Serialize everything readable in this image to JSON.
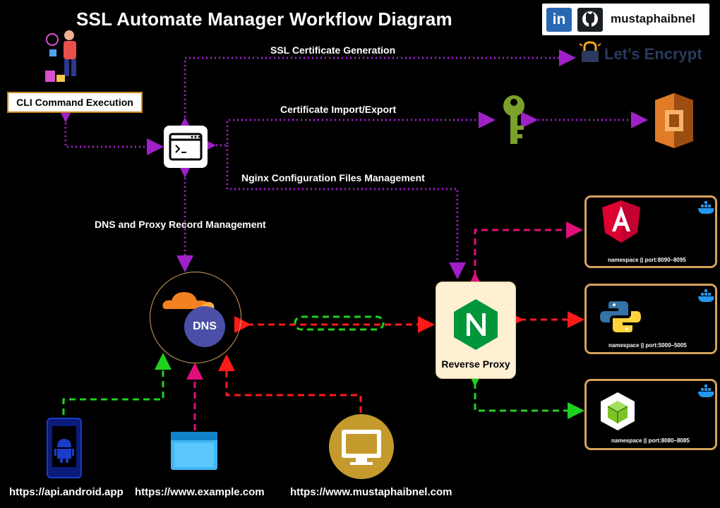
{
  "title": "SSL Automate Manager Workflow Diagram",
  "social": {
    "handle": "mustaphaibnel",
    "linkedin_icon": "linkedin-icon",
    "github_icon": "github-icon"
  },
  "cli_label": "CLI Command Execution",
  "lets_encrypt_label": "Let’s Encrypt",
  "edges": {
    "ssl_generation": "SSL Certificate Generation",
    "cert_import_export": "Certificate Import/Export",
    "nginx_config": "Nginx Configuration Files Management",
    "dns_proxy": "DNS and Proxy Record Management"
  },
  "dns_label": "DNS",
  "reverse_proxy_label": "Reverse Proxy",
  "services": [
    {
      "name": "angular",
      "label": "namespace || port:8090–8095"
    },
    {
      "name": "python",
      "label": "namespace || port:5000–5005"
    },
    {
      "name": "nodejs",
      "label": "namespace || port:8080–8085"
    }
  ],
  "clients": [
    {
      "name": "android",
      "url": "https://api.android.app"
    },
    {
      "name": "browser",
      "url": "https://www.example.com"
    },
    {
      "name": "desktop",
      "url": "https://www.mustaphaibnel.com"
    }
  ],
  "colors": {
    "purple": "#a020c8",
    "red": "#ff1a1a",
    "green": "#1fd11f",
    "magenta": "#e0107a",
    "orange_border": "#d4a15a"
  }
}
